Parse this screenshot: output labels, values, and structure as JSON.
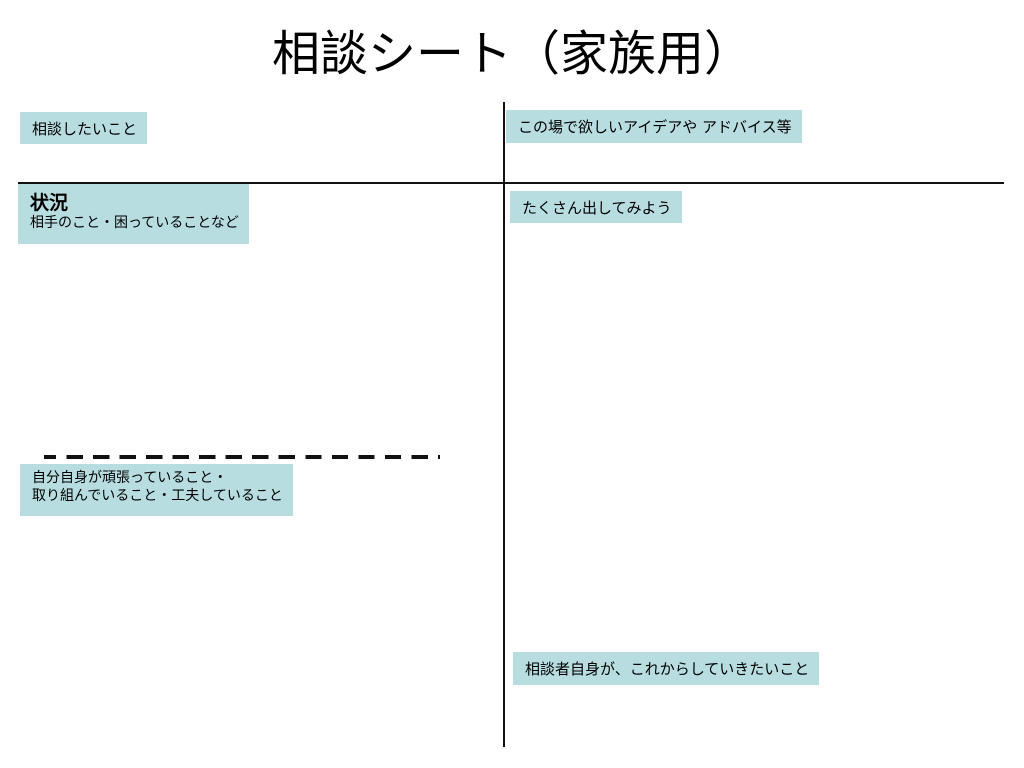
{
  "sheet": {
    "title": "相談シート（家族用）"
  },
  "boxes": {
    "consult_topic": "相談したいこと",
    "ideas_advice": "この場で欲しいアイデアや アドバイス等",
    "status_heading": "状況",
    "status_sub": "相手のこと・困っていることなど",
    "brainstorm": "たくさん出してみよう",
    "efforts_line1": "自分自身が頑張っていること・",
    "efforts_line2": "取り組んでいること・工夫していること",
    "future_actions": "相談者自身が、これからしていきたいこと"
  }
}
